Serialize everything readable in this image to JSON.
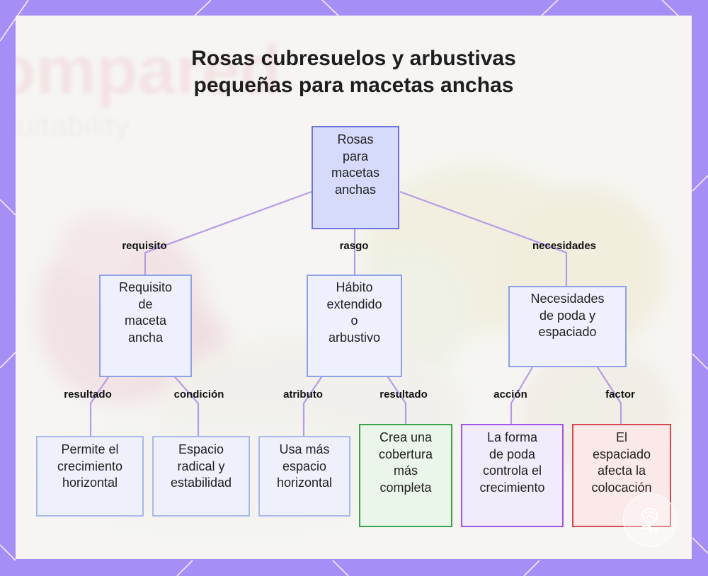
{
  "title": {
    "line1": "Rosas cubresuelos y arbustivas",
    "line2": "pequeñas para macetas anchas"
  },
  "background_text": {
    "big": "ompared",
    "small": "suitability"
  },
  "nodes": {
    "root": "Rosas\npara\nmacetas\nanchas",
    "requisito": "Requisito\nde\nmaceta\nancha",
    "habito": "Hábito\nextendido\no\narbustivo",
    "necesidades": "Necesidades\nde poda y\nespaciado",
    "permite": "Permite el\ncrecimiento\nhorizontal",
    "espacio": "Espacio\nradical y\nestabilidad",
    "usa": "Usa más\nespacio\nhorizontal",
    "crea": "Crea una\ncobertura\nmás\ncompleta",
    "forma": "La forma\nde poda\ncontrola el\ncrecimiento",
    "espaciado": "El\nespaciado\nafecta la\ncolocación"
  },
  "edge_labels": {
    "requisito": "requisito",
    "rasgo": "rasgo",
    "necesidades": "necesidades",
    "resultado_1": "resultado",
    "condicion": "condición",
    "atributo": "atributo",
    "resultado_2": "resultado",
    "accion": "acción",
    "factor": "factor"
  },
  "colors": {
    "frame": "#a58ef5",
    "edge": "#b79be6",
    "root_fill": "#d7dbfb",
    "green_border": "#3aa24a",
    "purple_border": "#9e56e6",
    "red_border": "#d84650"
  },
  "logo_icon": "rose-icon"
}
